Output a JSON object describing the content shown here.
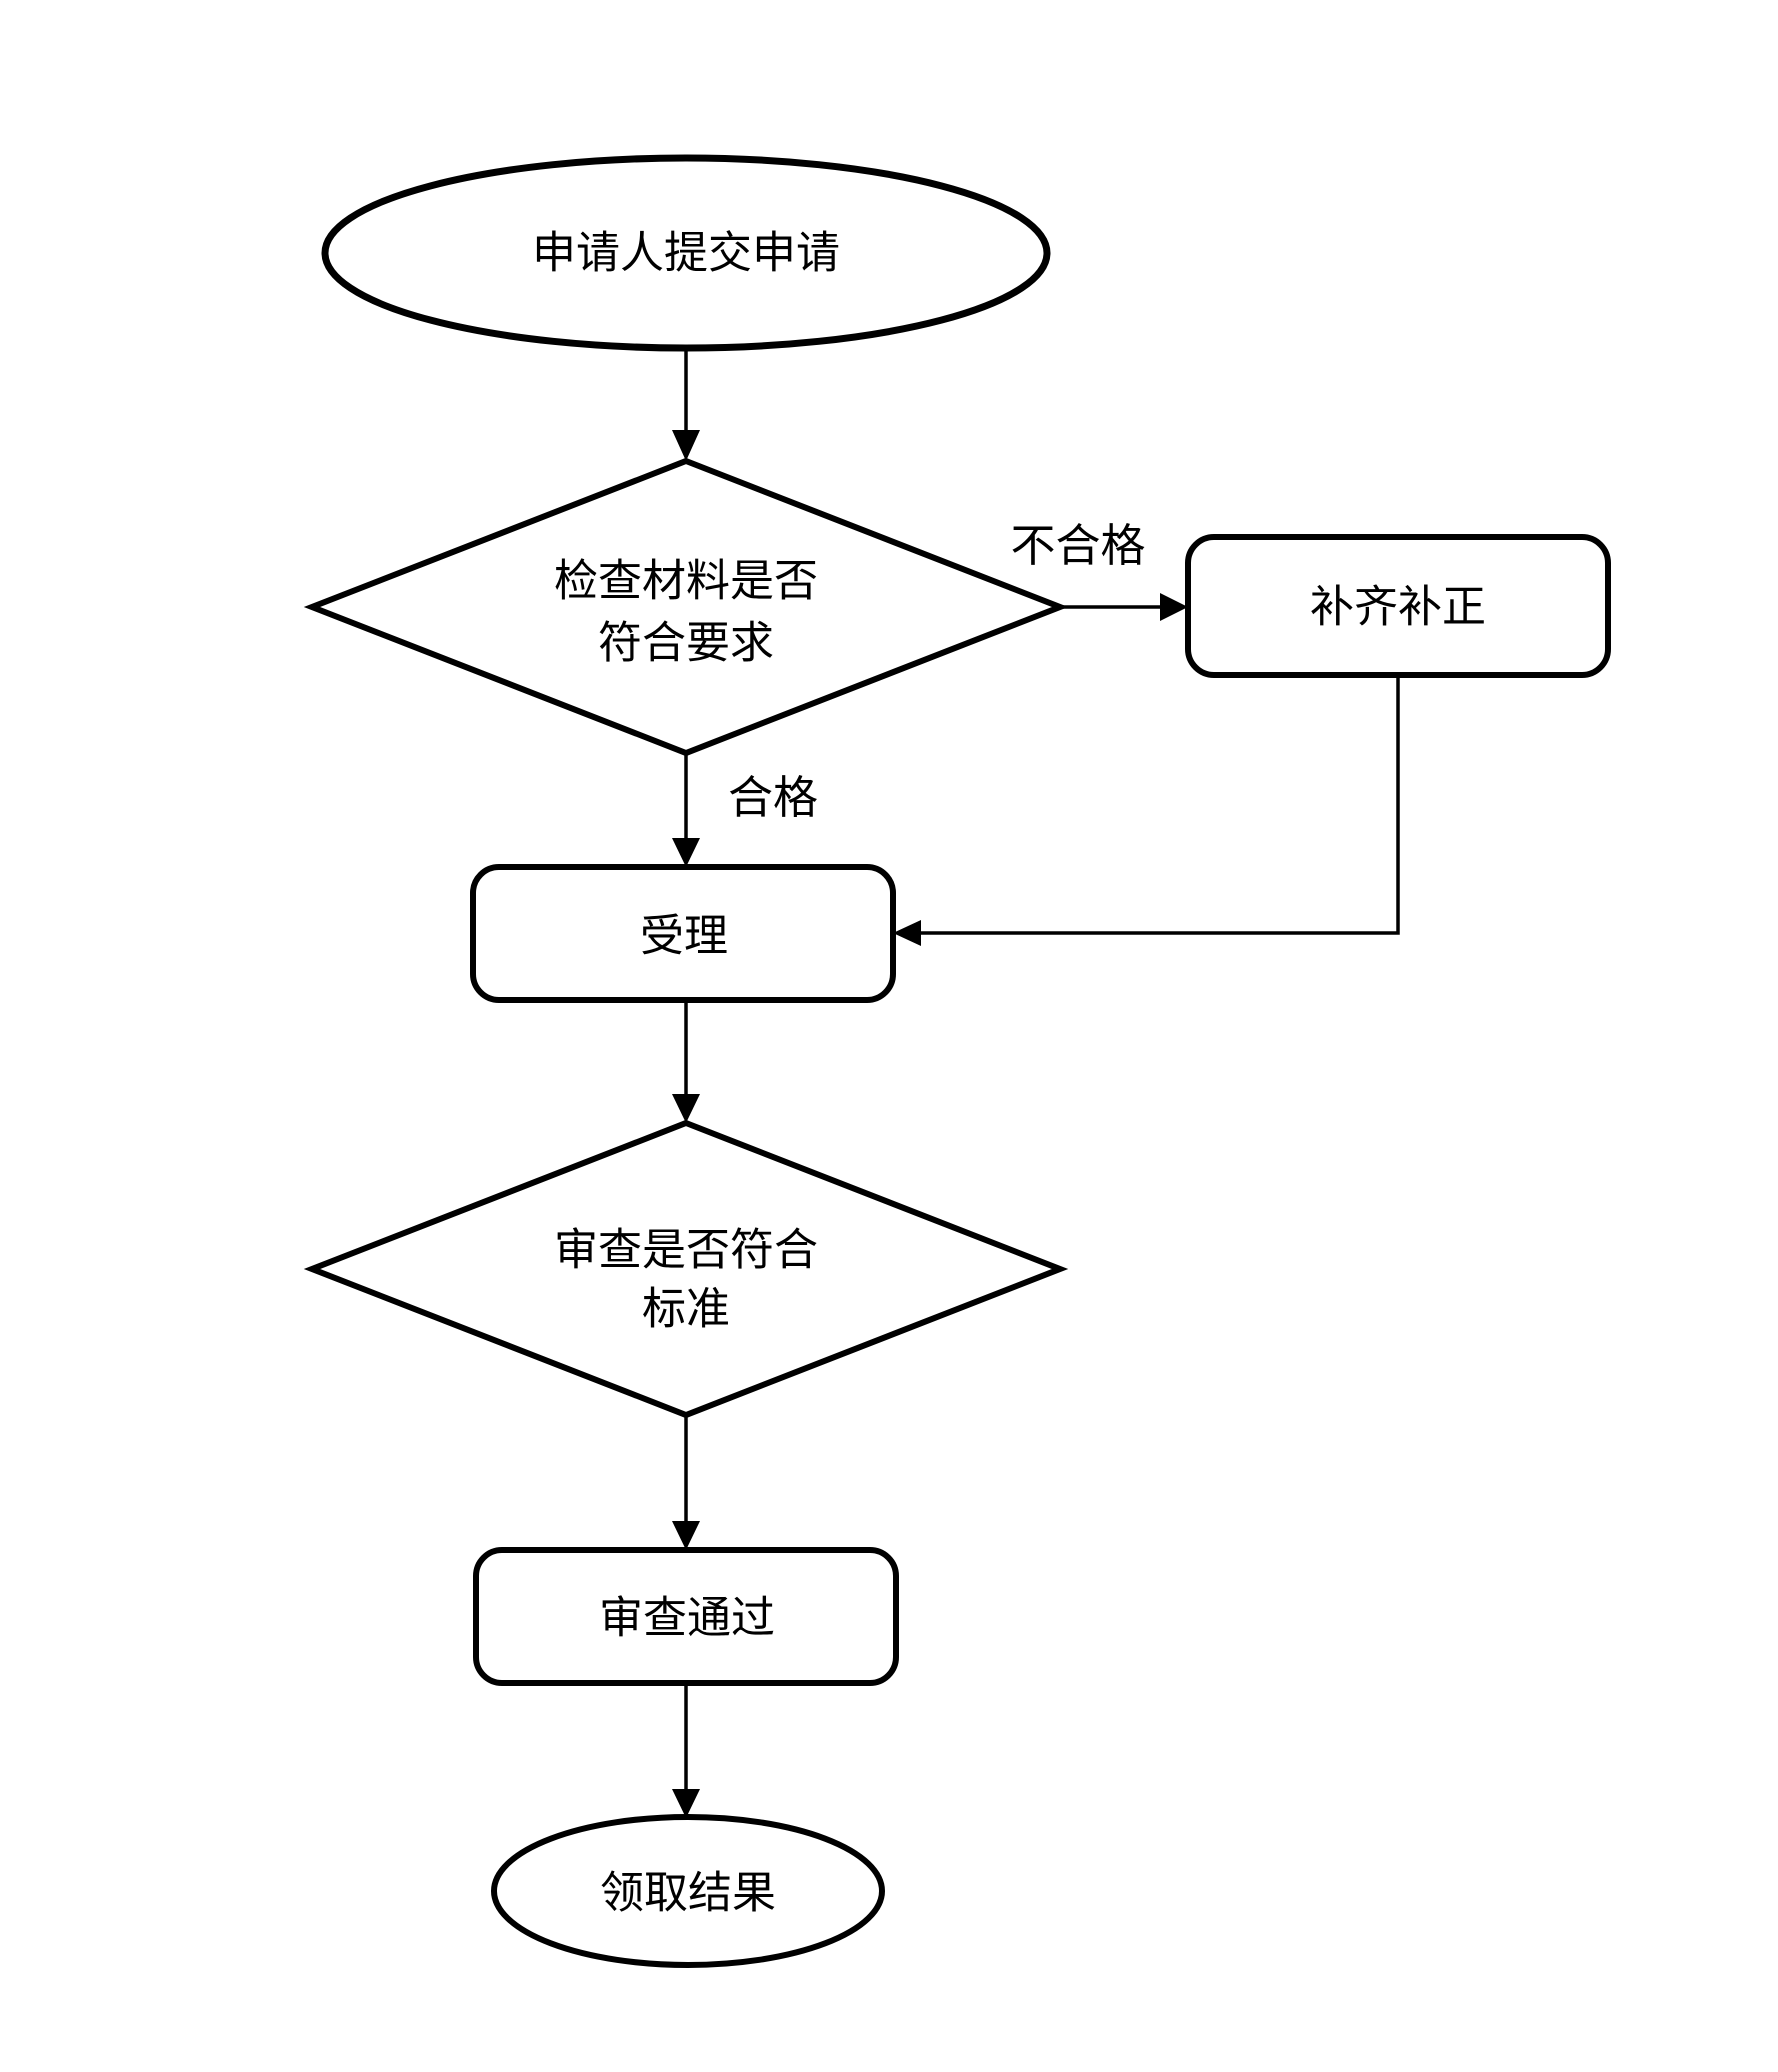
{
  "flowchart": {
    "background_color": "#ffffff",
    "line_color": "#000000",
    "nodes": {
      "start": {
        "type": "terminator",
        "label": "申请人提交申请"
      },
      "check_materials": {
        "type": "decision",
        "label_line1": "检查材料是否",
        "label_line2": "符合要求"
      },
      "supplement": {
        "type": "process",
        "label": "补齐补正"
      },
      "accept": {
        "type": "process",
        "label": "受理"
      },
      "review": {
        "type": "decision",
        "label_line1": "审查是否符合",
        "label_line2": "标准"
      },
      "review_passed": {
        "type": "process",
        "label": "审查通过"
      },
      "end": {
        "type": "terminator",
        "label": "领取结果"
      }
    },
    "edge_labels": {
      "unqualified": "不合格",
      "qualified": "合格"
    }
  }
}
